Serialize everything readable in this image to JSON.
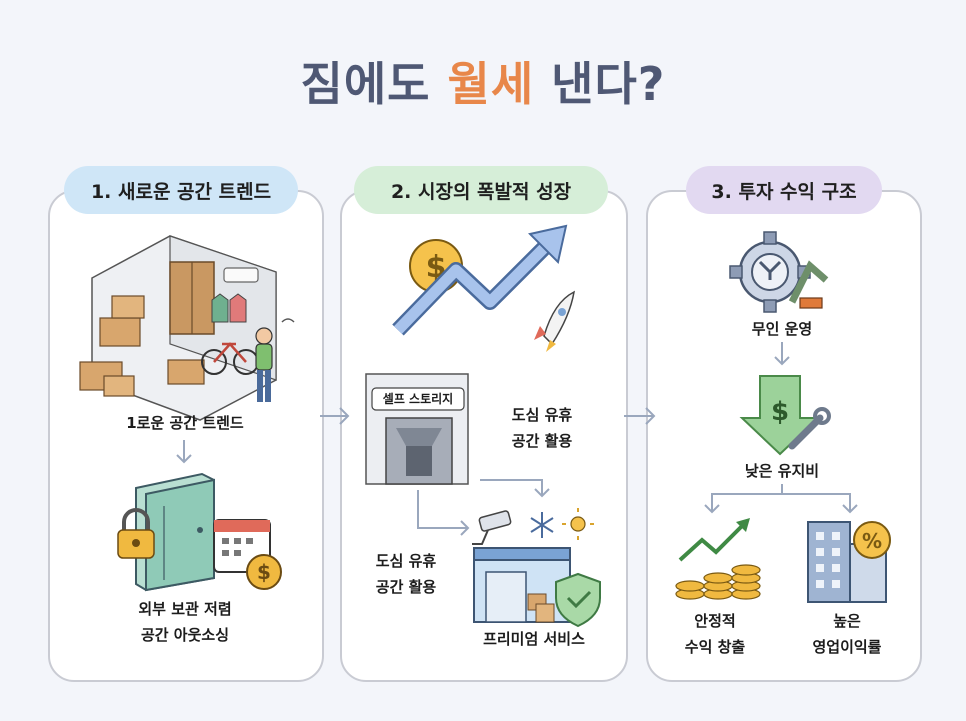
{
  "title": {
    "part1": "짐에도 ",
    "highlight": "월세",
    "part2": " 낸다?"
  },
  "panels": [
    {
      "heading": "1. 새로운 공간 트렌드",
      "items": [
        "1로운 공간 트렌드",
        "외부 보관 저렴",
        "공간 아웃소싱"
      ]
    },
    {
      "heading": "2. 시장의 폭발적 성장",
      "sign": "셀프 스토리지",
      "items": [
        "도심 유휴",
        "공간 활용",
        "도심 유휴",
        "공간 활용",
        "프리미엄 서비스"
      ]
    },
    {
      "heading": "3. 투자 수익 구조",
      "items": [
        "무인 운영",
        "낮은 유지비",
        "안정적",
        "수익 창출",
        "높은",
        "영업이익률"
      ]
    }
  ],
  "colors": {
    "title": "#4f5874",
    "highlight": "#e8874a",
    "pill1": "#cfe6f7",
    "pill2": "#d6eed8",
    "pill3": "#e2d9f1",
    "arrow": "#8fa9d4",
    "green": "#8cc98d",
    "gold": "#f0b940"
  }
}
